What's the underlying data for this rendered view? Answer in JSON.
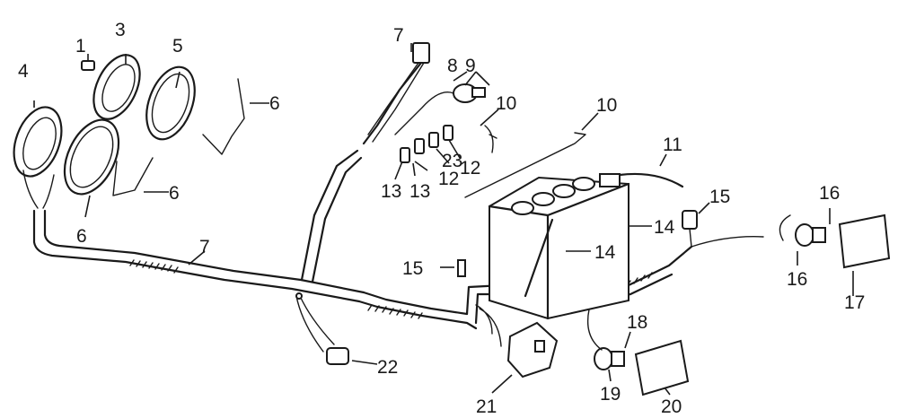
{
  "callouts": [
    "1",
    "3",
    "4",
    "5",
    "6",
    "6",
    "6",
    "7",
    "7",
    "8",
    "9",
    "10",
    "10",
    "11",
    "12",
    "12",
    "13",
    "13",
    "14",
    "14",
    "15",
    "15",
    "16",
    "16",
    "17",
    "18",
    "19",
    "20",
    "21",
    "22",
    "23"
  ]
}
